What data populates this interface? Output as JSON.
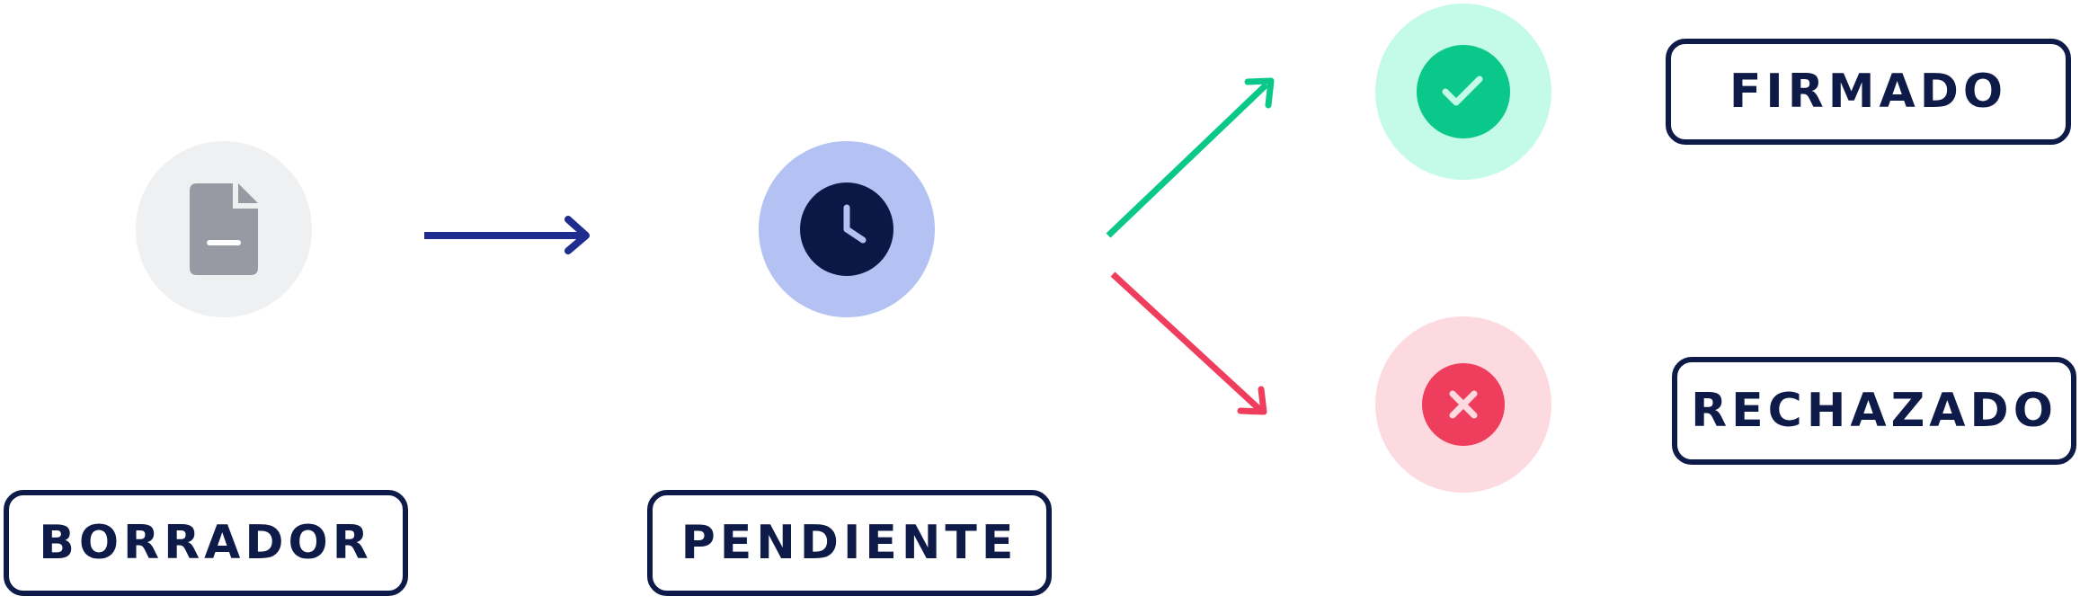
{
  "states": {
    "borrador": {
      "label": "BORRADOR",
      "icon": "document-icon",
      "bg": "#eff0f2",
      "fg": "#979aa2"
    },
    "pendiente": {
      "label": "PENDIENTE",
      "icon": "clock-icon",
      "bg": "#b3c2f3",
      "fg": "#0b1846"
    },
    "firmado": {
      "label": "FIRMADO",
      "icon": "check-icon",
      "bg": "#c4fbe8",
      "fg": "#0ac78a"
    },
    "rechazado": {
      "label": "RECHAZADO",
      "icon": "x-icon",
      "bg": "#fddae0",
      "fg": "#ef3e5d"
    }
  },
  "colors": {
    "label_border": "#0e1a47",
    "arrow_borrador_pendiente": "#1e2d8e",
    "arrow_to_firmado": "#0ac78a",
    "arrow_to_rechazado": "#ef3e5d"
  }
}
